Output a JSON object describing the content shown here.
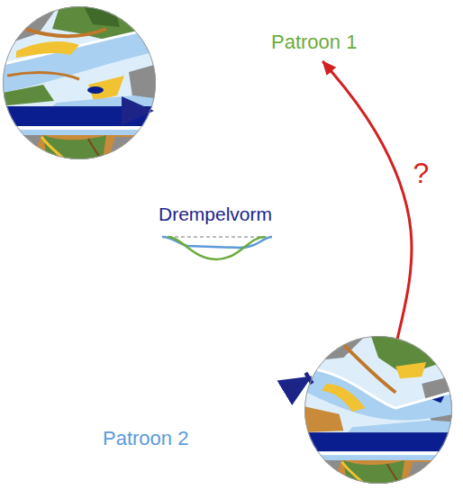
{
  "diagram": {
    "nodes": [
      {
        "text": [
          "Patroon 1"
        ]
      },
      {
        "text": [
          "Patroon 2"
        ]
      }
    ],
    "edges": [
      {
        "from": 0,
        "to": 1,
        "arrow": "to"
      },
      {
        "from": 1,
        "to": 0,
        "arrow": "to"
      },
      {
        "from": 1,
        "to": 0,
        "arrow": "to",
        "label": "?"
      }
    ],
    "labels": [
      "Drempelvorm"
    ]
  }
}
